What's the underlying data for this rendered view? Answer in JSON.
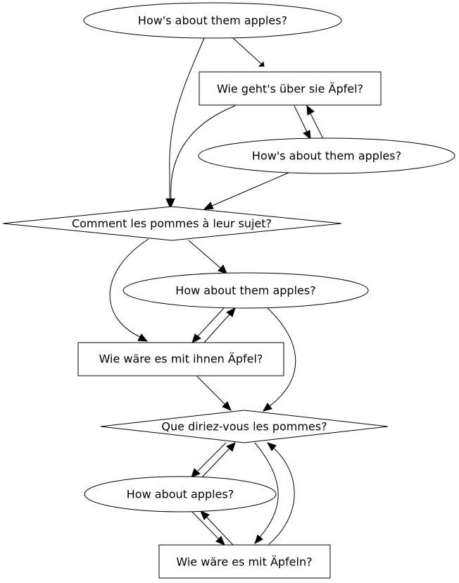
{
  "diagram": {
    "type": "directed-graph",
    "colors": {
      "background": "#ffffff",
      "stroke": "#000000",
      "text": "#000000"
    },
    "nodes": [
      {
        "id": "n1",
        "shape": "ellipse",
        "label": "How's about them apples?"
      },
      {
        "id": "n2",
        "shape": "box",
        "label": "Wie geht's über sie Äpfel?"
      },
      {
        "id": "n3",
        "shape": "ellipse",
        "label": "How's about them apples?"
      },
      {
        "id": "n4",
        "shape": "diamond",
        "label": "Comment les pommes à leur sujet?"
      },
      {
        "id": "n5",
        "shape": "ellipse",
        "label": "How about them apples?"
      },
      {
        "id": "n6",
        "shape": "box",
        "label": "Wie wäre es mit ihnen Äpfel?"
      },
      {
        "id": "n7",
        "shape": "diamond",
        "label": "Que diriez-vous les pommes?"
      },
      {
        "id": "n8",
        "shape": "ellipse",
        "label": "How about apples?"
      },
      {
        "id": "n9",
        "shape": "box",
        "label": "Wie wäre es mit Äpfeln?"
      }
    ],
    "edges": [
      {
        "from": "n1",
        "to": "n2"
      },
      {
        "from": "n1",
        "to": "n4"
      },
      {
        "from": "n2",
        "to": "n4"
      },
      {
        "from": "n2",
        "to": "n3"
      },
      {
        "from": "n3",
        "to": "n2"
      },
      {
        "from": "n3",
        "to": "n4"
      },
      {
        "from": "n4",
        "to": "n5"
      },
      {
        "from": "n4",
        "to": "n6"
      },
      {
        "from": "n5",
        "to": "n6"
      },
      {
        "from": "n6",
        "to": "n5"
      },
      {
        "from": "n5",
        "to": "n7"
      },
      {
        "from": "n6",
        "to": "n7"
      },
      {
        "from": "n7",
        "to": "n8"
      },
      {
        "from": "n8",
        "to": "n7"
      },
      {
        "from": "n7",
        "to": "n9"
      },
      {
        "from": "n9",
        "to": "n7"
      },
      {
        "from": "n8",
        "to": "n9"
      },
      {
        "from": "n9",
        "to": "n8"
      }
    ]
  }
}
